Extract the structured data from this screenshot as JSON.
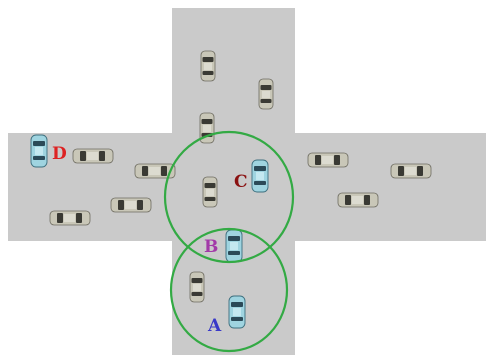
{
  "colors": {
    "road": "#cacaca",
    "background": "#ffffff",
    "range_circle": "#33aa44",
    "plain_car_body": "#c9c7b8",
    "plain_car_window": "#3a3a34",
    "highlight_car_body": "#9fd4e0",
    "highlight_car_window": "#2b4a58"
  },
  "vehicles": {
    "labeled": [
      {
        "label": "A",
        "color": "#3a3ac8",
        "icon": "blue-car-icon"
      },
      {
        "label": "B",
        "color": "#a23aa8",
        "icon": "blue-car-icon"
      },
      {
        "label": "C",
        "color": "#8a1111",
        "icon": "blue-car-icon"
      },
      {
        "label": "D",
        "color": "#dd2222",
        "icon": "blue-car-icon"
      }
    ],
    "plain_car_icon": "car-icon"
  },
  "communication_ranges": [
    {
      "centered_on": "C"
    },
    {
      "centered_on": "A"
    }
  ]
}
